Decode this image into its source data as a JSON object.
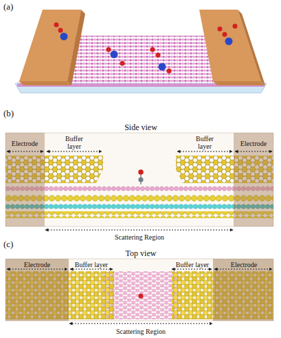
{
  "diagram": {
    "labels": [
      "(a)",
      "(b)",
      "Side view",
      "Electrode",
      "Buffer layer",
      "Buffer layer",
      "Electrode",
      "Scattering Region",
      "(c)",
      "Top view",
      "Electrode",
      "Buffer layer",
      "Buffer layer",
      "Electrode",
      "Scattering Region"
    ]
  }
}
